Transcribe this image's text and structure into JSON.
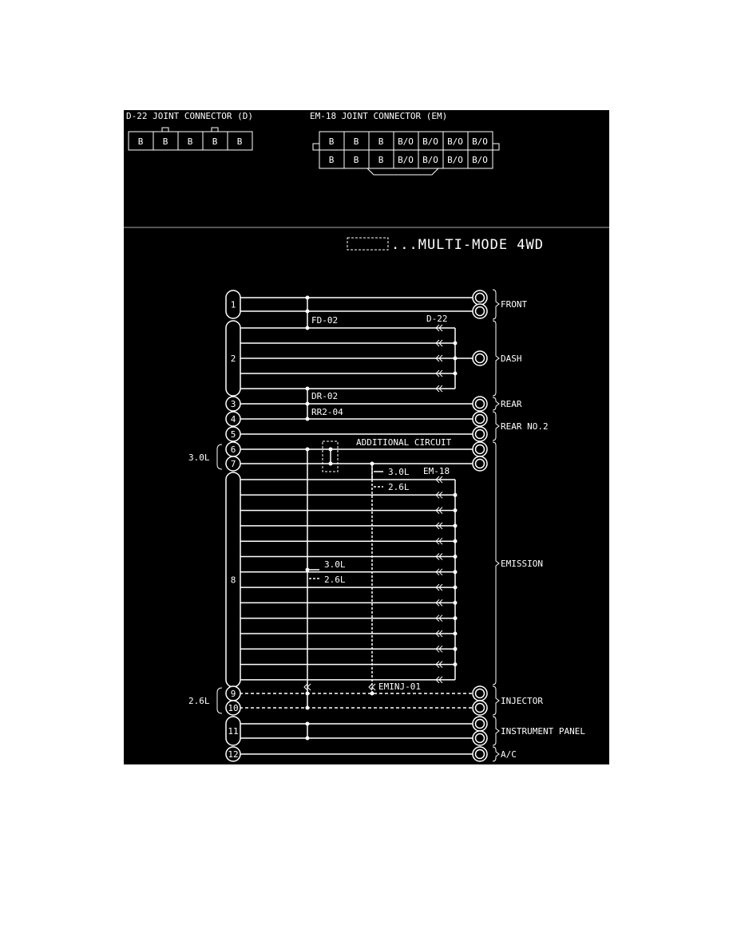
{
  "connectors": {
    "d22": {
      "title": "D-22 JOINT CONNECTOR (D)",
      "cells": [
        "B",
        "B",
        "B",
        "B",
        "B"
      ]
    },
    "em18": {
      "title": "EM-18 JOINT CONNECTOR (EM)",
      "top": [
        "B",
        "B",
        "B",
        "B/O",
        "B/O",
        "B/O",
        "B/O"
      ],
      "bottom": [
        "B",
        "B",
        "B",
        "B/O",
        "B/O",
        "B/O",
        "B/O"
      ]
    }
  },
  "legend": {
    "text": "...MULTI-MODE 4WD"
  },
  "pins": [
    "1",
    "2",
    "3",
    "4",
    "5",
    "6",
    "7",
    "8",
    "9",
    "10",
    "11",
    "12"
  ],
  "groups": [
    "FRONT",
    "DASH",
    "REAR",
    "REAR NO.2",
    "EMISSION",
    "INJECTOR",
    "INSTRUMENT PANEL",
    "A/C"
  ],
  "splices": {
    "fd02": "FD-02",
    "dr02": "DR-02",
    "rr204": "RR2-04",
    "eminj01": "EMINJ-01"
  },
  "joint_labels": {
    "d22": "D-22",
    "em18": "EM-18"
  },
  "notes": {
    "additional": "ADDITIONAL CIRCUIT",
    "l30": "3.0L",
    "l26": "2.6L",
    "l30b": "3.0L",
    "l26b": "2.6L",
    "eng30": "3.0L",
    "eng26": "2.6L"
  },
  "colors": {
    "background": "#000000",
    "line": "#ffffff"
  }
}
